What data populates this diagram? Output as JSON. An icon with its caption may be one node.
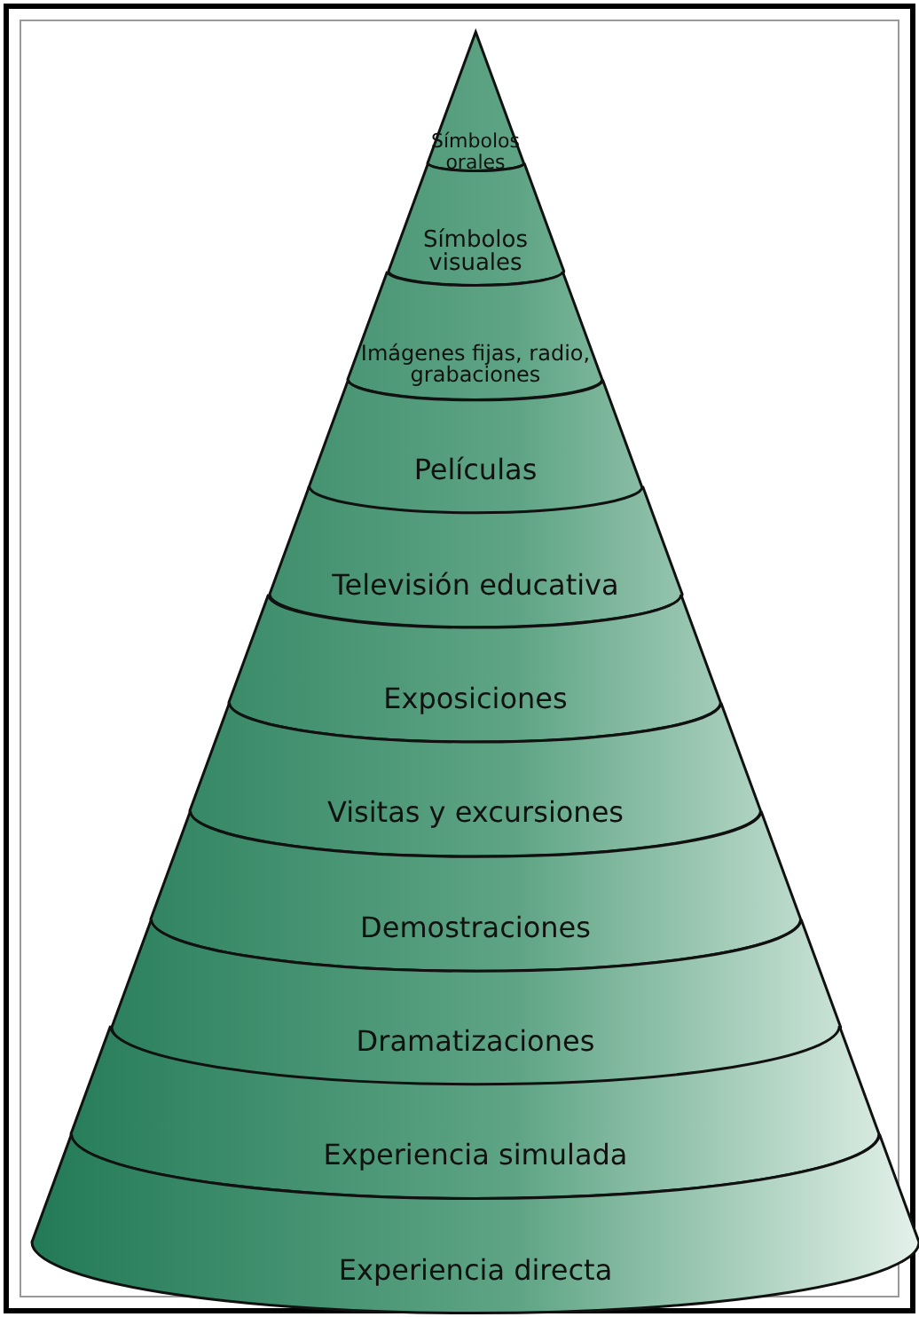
{
  "diagram": {
    "nodes": [
      {
        "text": [
          "Símbolos orales"
        ]
      },
      {
        "text": [
          "Símbolos visuales"
        ]
      },
      {
        "text": [
          "Imágenes fijas, radio, grabaciones"
        ]
      },
      {
        "text": [
          "Películas"
        ]
      },
      {
        "text": [
          "Televisión educativa"
        ]
      },
      {
        "text": [
          "Exposiciones"
        ]
      },
      {
        "text": [
          "Visitas y excursiones"
        ]
      },
      {
        "text": [
          "Demostraciones"
        ]
      },
      {
        "text": [
          "Dramatizaciones"
        ]
      },
      {
        "text": [
          "Experiencia simulada"
        ]
      },
      {
        "text": [
          "Experiencia directa"
        ]
      }
    ]
  }
}
